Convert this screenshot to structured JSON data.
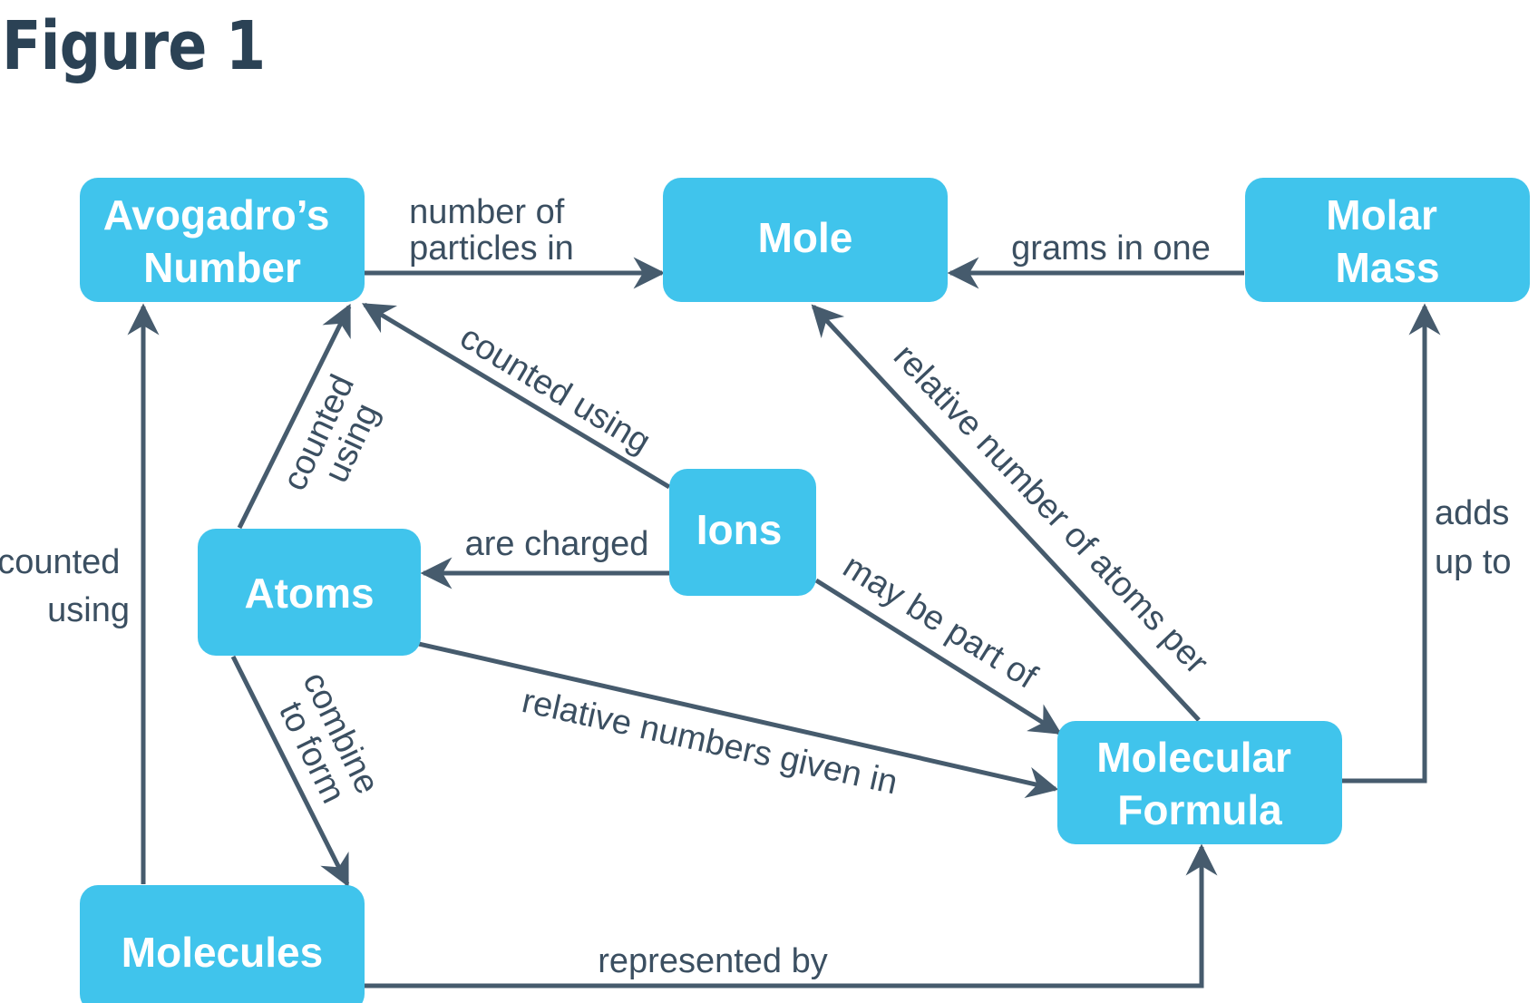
{
  "title": "Figure 1",
  "colors": {
    "node": "#40c4ec",
    "edge": "#465b6d",
    "text": "#3b4f61"
  },
  "nodes": {
    "avogadro": [
      "Avogadro’s",
      "Number"
    ],
    "mole": [
      "Mole"
    ],
    "molar_mass": [
      "Molar",
      "Mass"
    ],
    "ions": [
      "Ions"
    ],
    "atoms": [
      "Atoms"
    ],
    "molecular_formula": [
      "Molecular",
      "Formula"
    ],
    "molecules": [
      "Molecules"
    ]
  },
  "edges": {
    "number_of_particles_in": [
      "number of",
      "particles in"
    ],
    "grams_in_one": [
      "grams in one"
    ],
    "counted_using_ions": [
      "counted using"
    ],
    "counted_using_atoms": [
      "counted",
      "using"
    ],
    "counted_using_molecules": [
      "counted",
      "using"
    ],
    "relative_number_of_atoms_per": [
      "relative number of atoms per"
    ],
    "adds_up_to": [
      "adds",
      "up to"
    ],
    "are_charged": [
      "are charged"
    ],
    "may_be_part_of": [
      "may be part of"
    ],
    "combine_to_form": [
      "combine",
      "to form"
    ],
    "relative_numbers_given_in": [
      "relative numbers given in"
    ],
    "represented_by": [
      "represented by"
    ]
  }
}
